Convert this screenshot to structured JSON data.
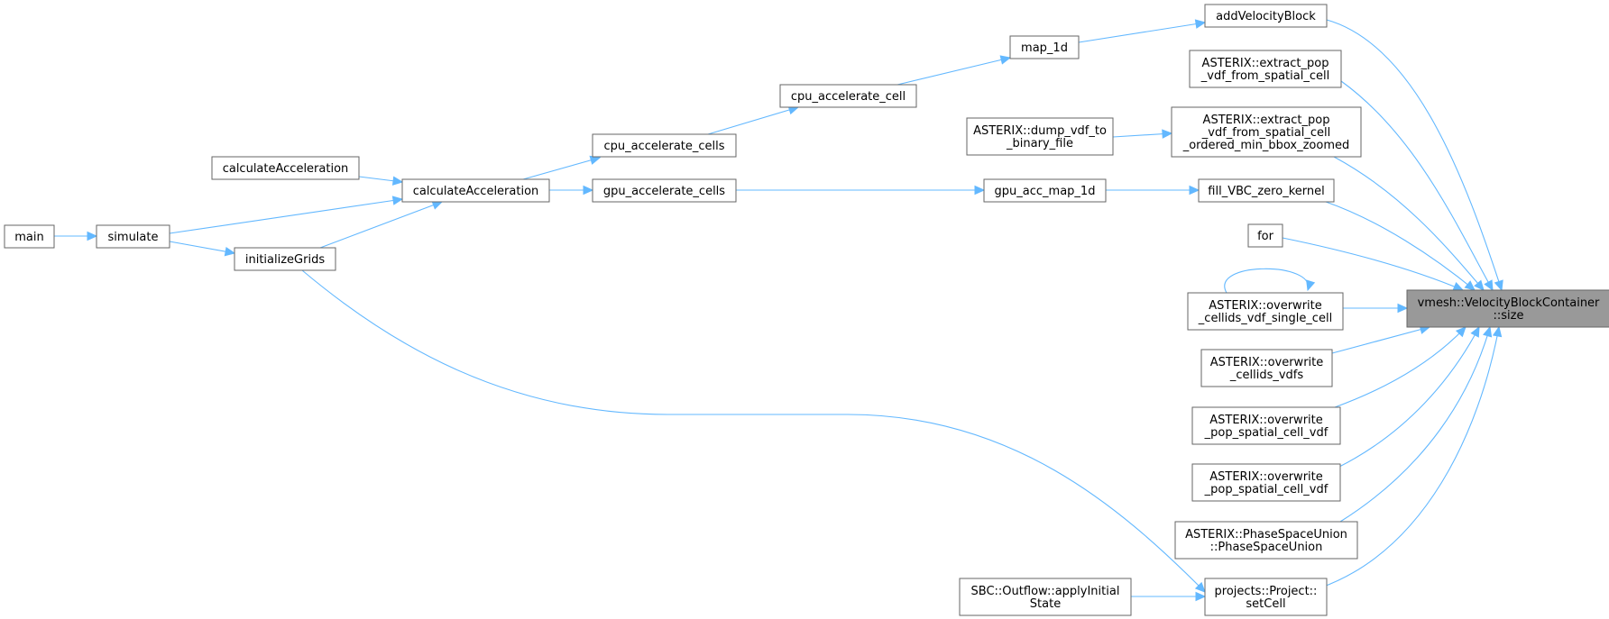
{
  "graph": {
    "root": "vmesh::VelocityBlockContainer::size",
    "nodes": {
      "size": [
        "vmesh::VelocityBlockContainer",
        "::size"
      ],
      "addVelocityBlock": [
        "addVelocityBlock"
      ],
      "extract1": [
        "ASTERIX::extract_pop",
        "_vdf_from_spatial_cell"
      ],
      "extract2": [
        "ASTERIX::extract_pop",
        "_vdf_from_spatial_cell",
        "_ordered_min_bbox_zoomed"
      ],
      "dump": [
        "ASTERIX::dump_vdf_to",
        "_binary_file"
      ],
      "fillVBC": [
        "fill_VBC_zero_kernel"
      ],
      "for": [
        "for"
      ],
      "overwriteSingle": [
        "ASTERIX::overwrite",
        "_cellids_vdf_single_cell"
      ],
      "overwriteVdfs": [
        "ASTERIX::overwrite",
        "_cellids_vdfs"
      ],
      "overwritePop1": [
        "ASTERIX::overwrite",
        "_pop_spatial_cell_vdf"
      ],
      "overwritePop2": [
        "ASTERIX::overwrite",
        "_pop_spatial_cell_vdf"
      ],
      "phaseSpace": [
        "ASTERIX::PhaseSpaceUnion",
        "::PhaseSpaceUnion"
      ],
      "setCell": [
        "projects::Project::",
        "setCell"
      ],
      "sbc": [
        "SBC::Outflow::applyInitial",
        "State"
      ],
      "map1d": [
        "map_1d"
      ],
      "gpuAccMap": [
        "gpu_acc_map_1d"
      ],
      "cpuCell": [
        "cpu_accelerate_cell"
      ],
      "cpuCells": [
        "cpu_accelerate_cells"
      ],
      "gpuCells": [
        "gpu_accelerate_cells"
      ],
      "calcAcc2": [
        "calculateAcceleration"
      ],
      "calcAcc1": [
        "calculateAcceleration"
      ],
      "initGrids": [
        "initializeGrids"
      ],
      "simulate": [
        "simulate"
      ],
      "main": [
        "main"
      ]
    }
  },
  "colors": {
    "edge": "#63b8ff",
    "root_fill": "#999999",
    "node_border": "#666666"
  }
}
